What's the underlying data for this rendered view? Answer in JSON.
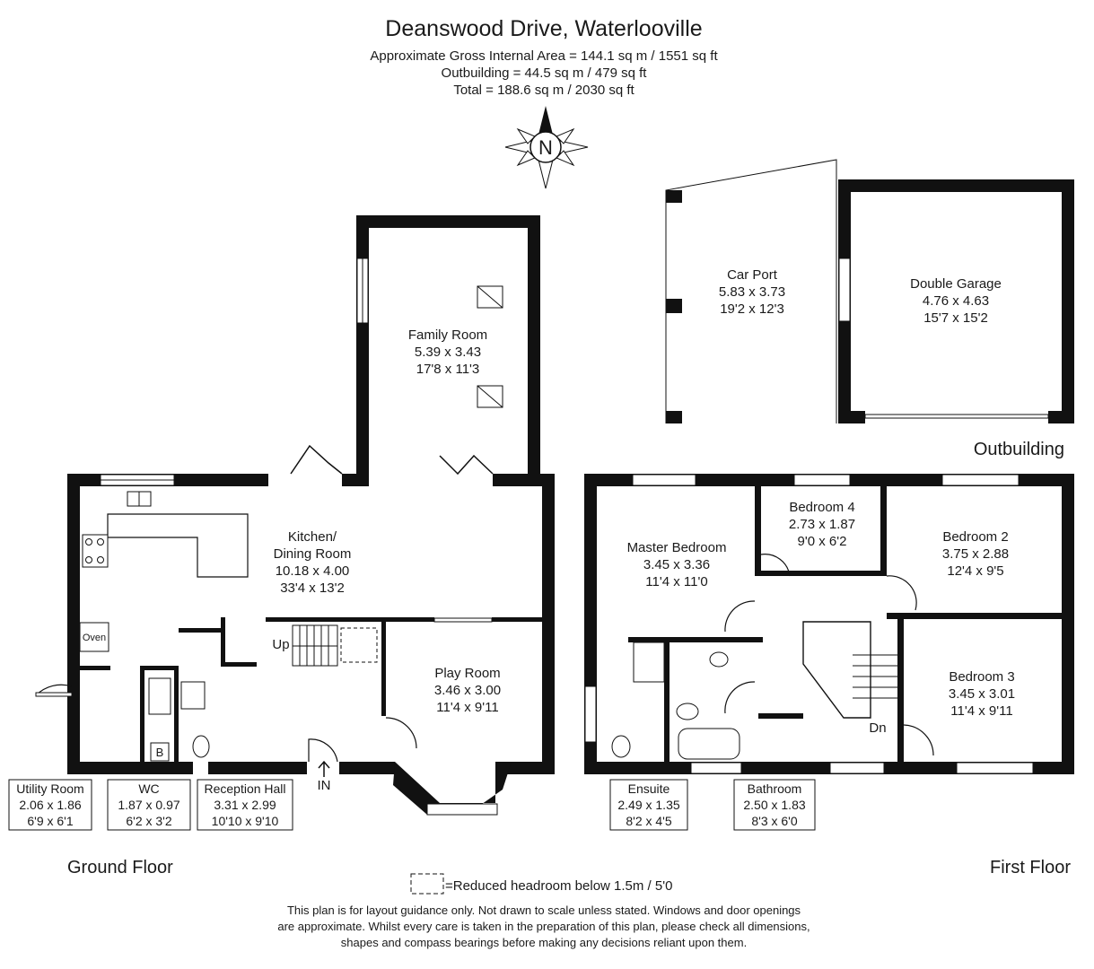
{
  "header": {
    "title": "Deanswood Drive, Waterlooville",
    "area_lines": [
      "Approximate Gross Internal Area = 144.1 sq m / 1551 sq ft",
      "Outbuilding = 44.5 sq m / 479 sq ft",
      "Total = 188.6 sq m / 2030 sq ft"
    ]
  },
  "compass": {
    "label": "N",
    "icon": "compass-north-icon"
  },
  "rooms": {
    "family_room": [
      "Family Room",
      "5.39 x 3.43",
      "17'8 x 11'3"
    ],
    "kitchen": [
      "Kitchen/",
      "Dining Room",
      "10.18 x 4.00",
      "33'4 x 13'2"
    ],
    "play_room": [
      "Play Room",
      "3.46 x 3.00",
      "11'4 x 9'11"
    ],
    "utility": [
      "Utility Room",
      "2.06 x 1.86",
      "6'9 x 6'1"
    ],
    "wc": [
      "WC",
      "1.87 x 0.97",
      "6'2 x 3'2"
    ],
    "reception": [
      "Reception Hall",
      "3.31 x 2.99",
      "10'10 x 9'10"
    ],
    "master": [
      "Master Bedroom",
      "3.45 x 3.36",
      "11'4 x 11'0"
    ],
    "bedroom4": [
      "Bedroom 4",
      "2.73 x 1.87",
      "9'0 x 6'2"
    ],
    "bedroom2": [
      "Bedroom 2",
      "3.75 x 2.88",
      "12'4 x 9'5"
    ],
    "bedroom3": [
      "Bedroom 3",
      "3.45 x 3.01",
      "11'4 x 9'11"
    ],
    "ensuite": [
      "Ensuite",
      "2.49 x 1.35",
      "8'2 x 4'5"
    ],
    "bathroom": [
      "Bathroom",
      "2.50 x 1.83",
      "8'3 x 6'0"
    ],
    "car_port": [
      "Car Port",
      "5.83 x 3.73",
      "19'2 x 12'3"
    ],
    "garage": [
      "Double Garage",
      "4.76 x 4.63",
      "15'7 x 15'2"
    ]
  },
  "fixtures": {
    "oven": "Oven",
    "boiler": "B",
    "up": "Up",
    "down": "Dn",
    "entrance": "IN"
  },
  "floor_labels": {
    "ground": "Ground Floor",
    "first": "First Floor",
    "outbuilding": "Outbuilding"
  },
  "legend": {
    "text": "=Reduced headroom below 1.5m / 5'0"
  },
  "disclaimer": [
    "This plan is for layout guidance only. Not drawn to scale unless stated. Windows and door openings",
    "are approximate. Whilst every care is taken in the preparation of this plan, please check all dimensions,",
    "shapes and compass bearings before making any decisions reliant upon them."
  ]
}
